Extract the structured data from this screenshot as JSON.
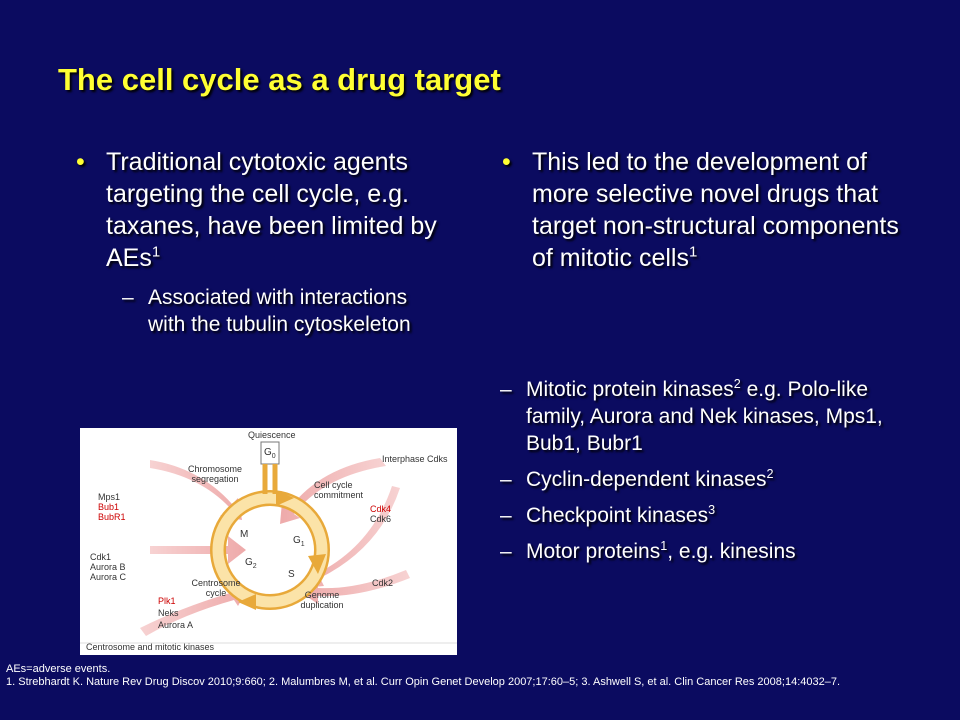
{
  "title": "The cell cycle as a drug target",
  "left": {
    "bullet_a": "Traditional cytotoxic agents targeting the cell cycle, e.g. taxanes, have been limited by AEs",
    "bullet_a_sup": "1",
    "sub_a": "Associated with interactions with the tubulin cytoskeleton"
  },
  "right": {
    "bullet_a": "This led to the development of more selective novel drugs that target non-structural components of mitotic cells",
    "bullet_a_sup": "1",
    "items": [
      {
        "pre": "Mitotic protein kinases",
        "sup": "2",
        "post": " e.g. Polo-like family, Aurora and Nek kinases, Mps1, Bub1, Bubr1"
      },
      {
        "pre": "Cyclin-dependent kinases",
        "sup": "2",
        "post": ""
      },
      {
        "pre": "Checkpoint kinases",
        "sup": "3",
        "post": ""
      },
      {
        "pre": "Motor proteins",
        "sup": "1",
        "post": ", e.g. kinesins"
      }
    ]
  },
  "figure": {
    "quiescence": "Quiescence",
    "g0": "G",
    "g0_sub": "0",
    "chromosome_seg": "Chromosome segregation",
    "interphase_cdks": "Interphase Cdks",
    "cell_cycle_commit": "Cell cycle commitment",
    "mps1": "Mps1",
    "bub1": "Bub1",
    "bubr1": "BubR1",
    "cdk4": "Cdk4",
    "cdk6": "Cdk6",
    "m": "M",
    "g1": "G",
    "g1_sub": "1",
    "g2": "G",
    "g2_sub": "2",
    "s": "S",
    "cdk1": "Cdk1",
    "aurora_b": "Aurora B",
    "aurora_c": "Aurora C",
    "centrosome_cycle": "Centrosome cycle",
    "genome_dup": "Genome duplication",
    "cdk2": "Cdk2",
    "plk1": "Plk1",
    "neks": "Neks",
    "aurora_a": "Aurora A",
    "centro_mitotic": "Centrosome and mitotic kinases"
  },
  "footnotes": {
    "line1": "AEs=adverse events.",
    "line2": "1. Strebhardt K. Nature Rev Drug Discov 2010;9:660; 2. Malumbres M, et al. Curr Opin Genet Develop 2007;17:60–5; 3. Ashwell S, et al. Clin Cancer Res 2008;14:4032–7."
  },
  "colors": {
    "background": "#0b0b60",
    "title": "#ffff33",
    "text": "#ffffff",
    "bullet": "#ffff33"
  }
}
